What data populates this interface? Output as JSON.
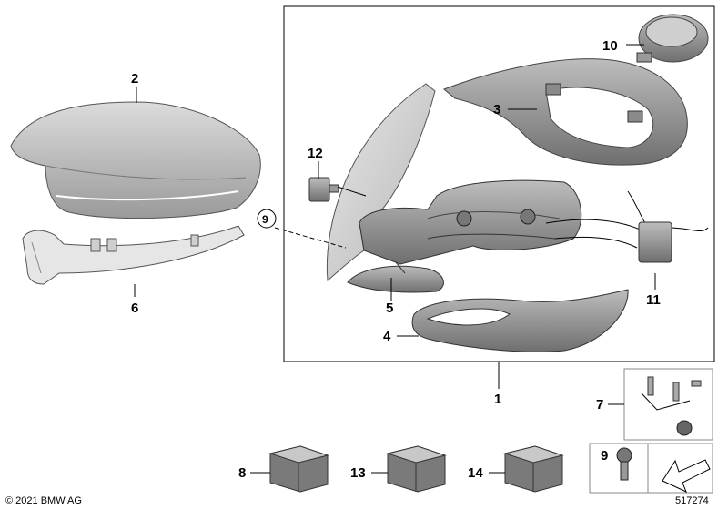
{
  "callouts": {
    "c1": "1",
    "c2": "2",
    "c3": "3",
    "c4": "4",
    "c5": "5",
    "c6": "6",
    "c7": "7",
    "c8": "8",
    "c9": "9",
    "c9b": "9",
    "c10": "10",
    "c11": "11",
    "c12": "12",
    "c13": "13",
    "c14": "14"
  },
  "footer": {
    "copyright": "© 2021 BMW AG",
    "diagram_number": "517274"
  }
}
